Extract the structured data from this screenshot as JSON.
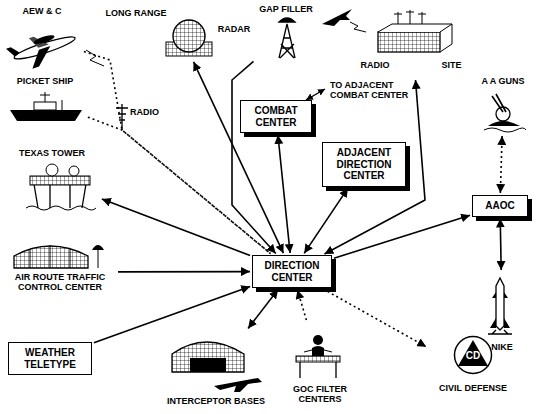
{
  "diagram": {
    "nodes": [
      {
        "text": [
          "AEW & C"
        ]
      },
      {
        "text": [
          "LONG RANGE",
          "RADAR"
        ]
      },
      {
        "text": [
          "GAP FILLER"
        ]
      },
      {
        "text": [
          "RADIO",
          "SITE"
        ]
      },
      {
        "text": [
          "PICKET SHIP"
        ]
      },
      {
        "text": [
          "COMBAT CENTER"
        ]
      },
      {
        "text": [
          "ADJACENT DIRECTION CENTER"
        ]
      },
      {
        "text": [
          "TEXAS TOWER"
        ]
      },
      {
        "text": [
          "A A GUNS"
        ]
      },
      {
        "text": [
          "AIR ROUTE TRAFFIC CONTROL CENTER"
        ]
      },
      {
        "text": [
          "DIRECTION CENTER"
        ]
      },
      {
        "text": [
          "AAOC"
        ]
      },
      {
        "text": [
          "NIKE"
        ]
      },
      {
        "text": [
          "WEATHER TELETYPE"
        ]
      },
      {
        "text": [
          "INTERCEPTOR BASES"
        ]
      },
      {
        "text": [
          "GOC FILTER CENTERS"
        ]
      },
      {
        "text": [
          "CD",
          "CIVIL DEFENSE"
        ]
      }
    ],
    "edges": [
      {
        "from": 0,
        "to": 10,
        "arrow": "none"
      },
      {
        "from": 1,
        "to": 10,
        "arrow": "both"
      },
      {
        "from": 2,
        "to": 10,
        "arrow": "to"
      },
      {
        "from": 3,
        "to": 10,
        "arrow": "both"
      },
      {
        "from": 4,
        "to": 10,
        "arrow": "none"
      },
      {
        "from": 5,
        "to": 10,
        "arrow": "both"
      },
      {
        "from": 6,
        "to": 10,
        "arrow": "both"
      },
      {
        "from": 10,
        "to": 7,
        "arrow": "to"
      },
      {
        "from": 8,
        "to": 11,
        "arrow": "both"
      },
      {
        "from": 9,
        "to": 10,
        "arrow": "to"
      },
      {
        "from": 10,
        "to": 11,
        "arrow": "to"
      },
      {
        "from": 12,
        "to": 11,
        "arrow": "both"
      },
      {
        "from": 13,
        "to": 10,
        "arrow": "to"
      },
      {
        "from": 10,
        "to": 14,
        "arrow": "both"
      },
      {
        "from": 15,
        "to": 10,
        "arrow": "to"
      },
      {
        "from": 10,
        "to": 16,
        "arrow": "to"
      }
    ],
    "labels": [
      "RADIO",
      "TO ADJACENT COMBAT CENTER"
    ]
  }
}
